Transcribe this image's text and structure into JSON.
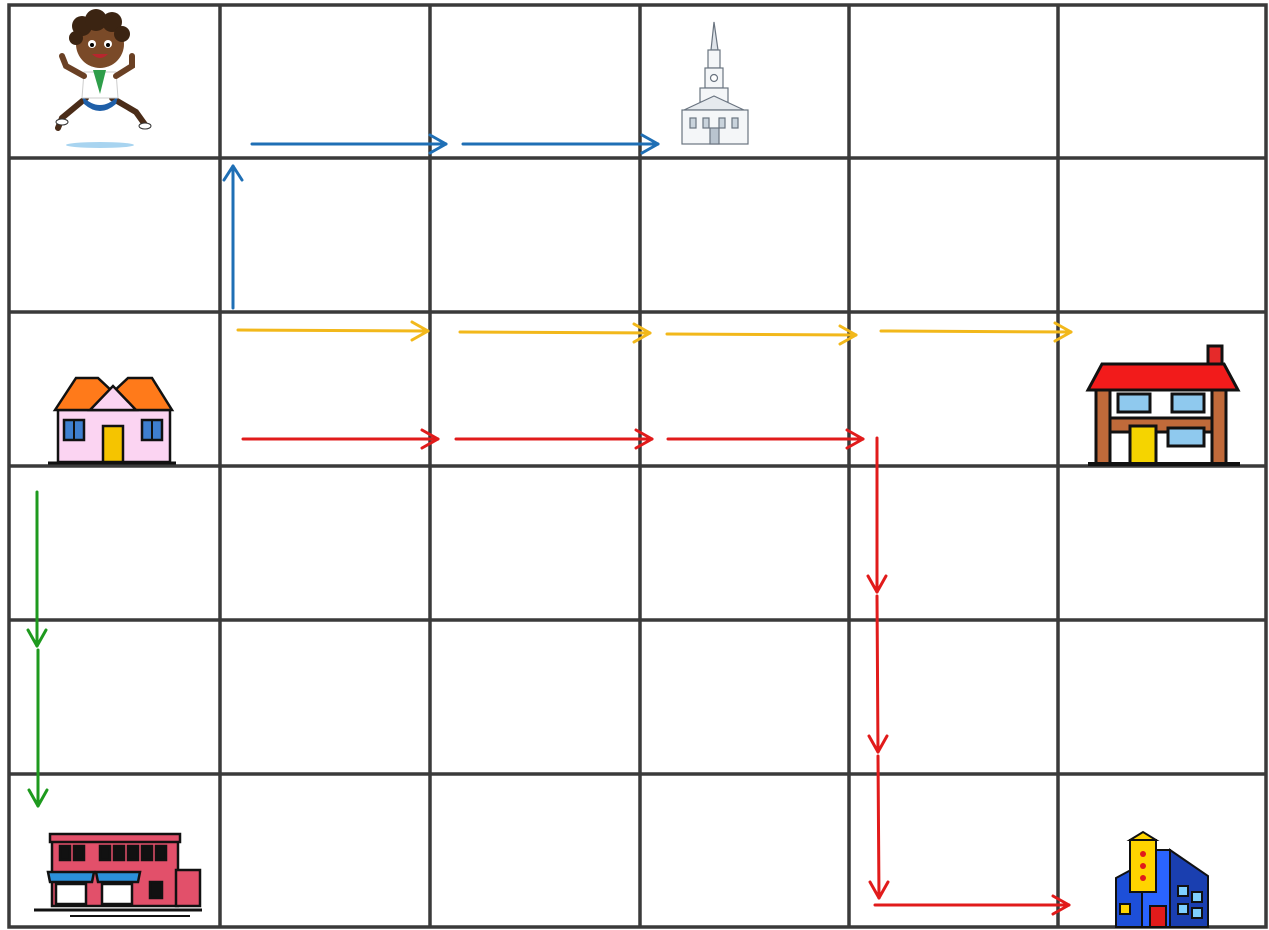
{
  "grid": {
    "rows": 6,
    "cols": 6,
    "line_color": "#3a3a3a",
    "background": "#ffffff"
  },
  "icons": [
    {
      "name": "boy-icon",
      "row": 0,
      "col": 0
    },
    {
      "name": "church-icon",
      "row": 0,
      "col": 3
    },
    {
      "name": "pink-house-icon",
      "row": 2,
      "col": 0
    },
    {
      "name": "red-roof-house-icon",
      "row": 2,
      "col": 5
    },
    {
      "name": "shops-building-icon",
      "row": 5,
      "col": 0
    },
    {
      "name": "office-building-icon",
      "row": 5,
      "col": 5
    }
  ],
  "routes": [
    {
      "name": "blue",
      "color": "#1f6fb5",
      "segments": 3,
      "directions": [
        "up",
        "right",
        "right"
      ]
    },
    {
      "name": "yellow",
      "color": "#f2b81b",
      "segments": 4,
      "directions": [
        "right",
        "right",
        "right",
        "right"
      ]
    },
    {
      "name": "red",
      "color": "#e11b1b",
      "segments": 7,
      "directions": [
        "right",
        "right",
        "right",
        "down",
        "down",
        "down",
        "right"
      ]
    },
    {
      "name": "green",
      "color": "#1e9a1e",
      "segments": 2,
      "directions": [
        "down",
        "down"
      ]
    }
  ]
}
